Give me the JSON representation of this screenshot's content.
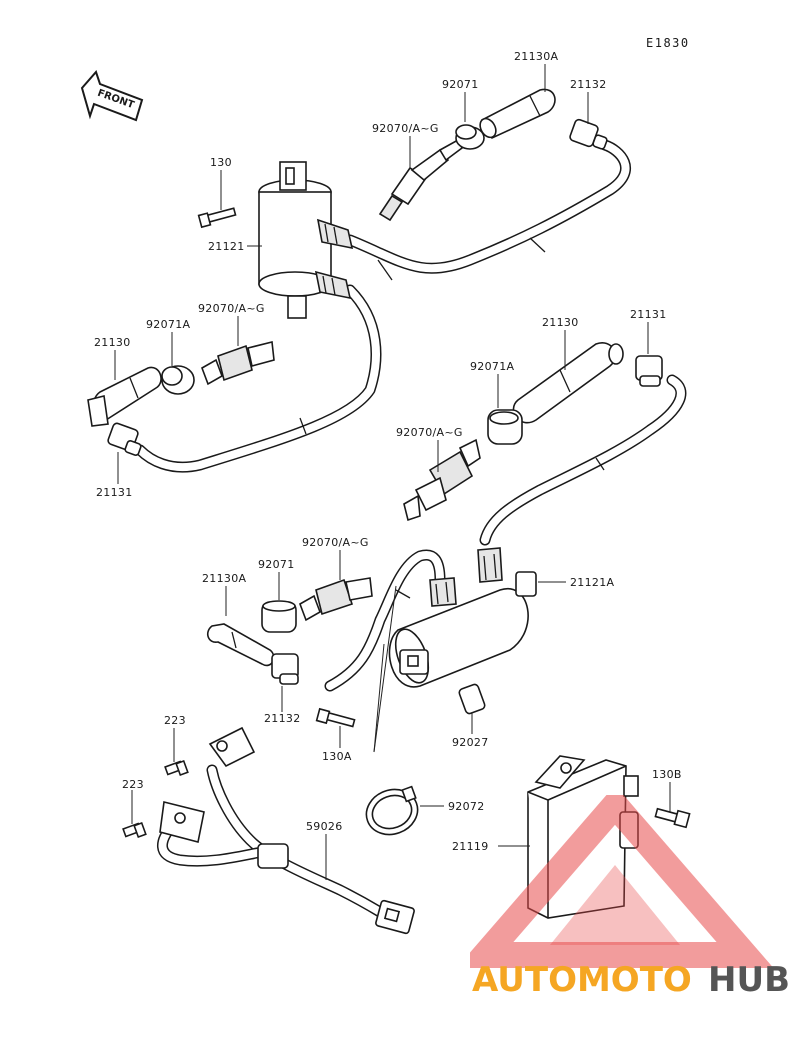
{
  "diagram_code": "E1830",
  "front_label": "FRONT",
  "labels": {
    "p130_top": "130",
    "p21121": "21121",
    "p92070_top": "92070/A~G",
    "p92071_top": "92071",
    "p21130A_top": "21130A",
    "p21132_top": "21132",
    "p92070_left": "92070/A~G",
    "p92071A_left": "92071A",
    "p21130_left": "21130",
    "p21131_left": "21131",
    "p21130_right": "21130",
    "p21131_right": "21131",
    "p92071A_right": "92071A",
    "p92070_right": "92070/A~G",
    "p92070_mid": "92070/A~G",
    "p92071_mid": "92071",
    "p21130A_mid": "21130A",
    "p21121A": "21121A",
    "p21132_mid": "21132",
    "p130A": "130A",
    "p92027": "92027",
    "p223_a": "223",
    "p223_b": "223",
    "p59026": "59026",
    "p92072": "92072",
    "p130B": "130B",
    "p21119": "21119"
  },
  "watermark": {
    "brand_a": "AUTOMOTO",
    "brand_b": "HUB",
    "color_a": "#f5a623",
    "color_b": "#e84a4a",
    "color_c": "#555555"
  }
}
